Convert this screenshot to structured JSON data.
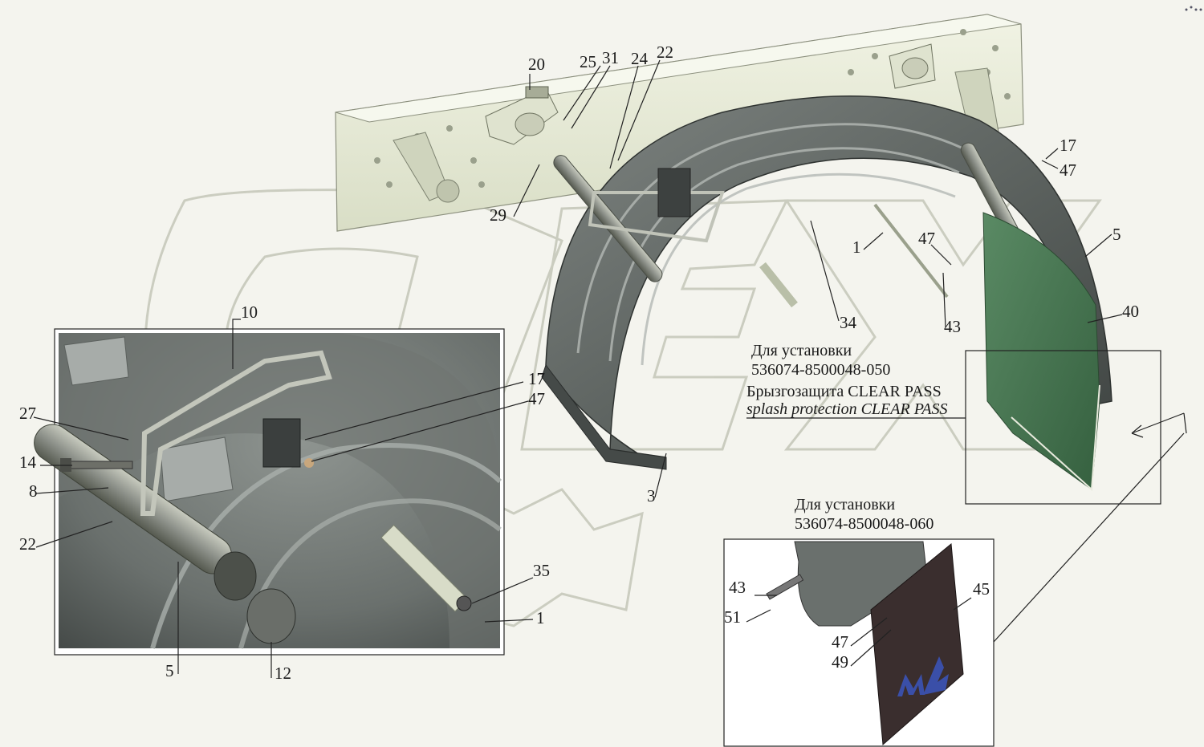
{
  "colors": {
    "background": "#f4f4ee",
    "frame": "#e7ebd6",
    "fender": "#6a706d",
    "mudflap_green": "#4b7a55",
    "mudflap_dark": "#3a2e2e",
    "logo_blue": "#3a4fa8",
    "watermark": "#a9ad9a"
  },
  "callouts": {
    "c20": "20",
    "c25": "25",
    "c31": "31",
    "c24": "24",
    "c22a": "22",
    "c29": "29",
    "c17a": "17",
    "c47a": "47",
    "c1a": "1",
    "c47b": "47",
    "c5a": "5",
    "c34": "34",
    "c43a": "43",
    "c40": "40",
    "c3": "3",
    "c10": "10",
    "c17b": "17",
    "c47c": "47",
    "c27": "27",
    "c14": "14",
    "c8": "8",
    "c22b": "22",
    "c35": "35",
    "c1b": "1",
    "c5b": "5",
    "c12": "12",
    "c43b": "43",
    "c45": "45",
    "c51": "51",
    "c47d": "47",
    "c49": "49"
  },
  "notes": {
    "install_050_line1": "Для установки",
    "install_050_line2": "536074-8500048-050",
    "clear_pass_ru": "Брызгозащита CLEAR PASS",
    "clear_pass_en": "splash protection CLEAR PASS",
    "install_060_line1": "Для установки",
    "install_060_line2": "536074-8500048-060"
  },
  "icons": {
    "corner_logo": "corner-logo-icon",
    "mudflap_logo": "mudflap-logo-icon"
  }
}
